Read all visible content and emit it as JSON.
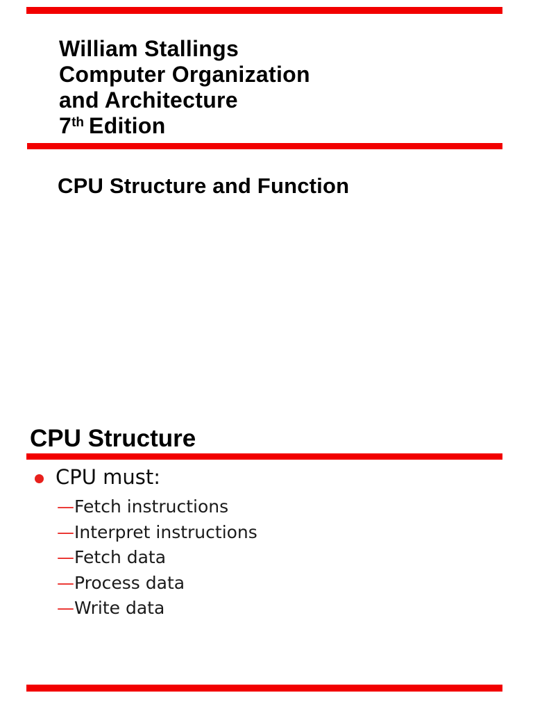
{
  "document": {
    "accent_red": "#f20000",
    "marker_red": "#e8201c"
  },
  "slide1": {
    "title_line1": "William Stallings",
    "title_line2": "Computer Organization",
    "title_line3": "and Architecture",
    "edition_number": "7",
    "edition_ordinal": "th",
    "edition_word": "Edition",
    "subtitle": "CPU Structure and Function"
  },
  "slide2": {
    "heading": "CPU Structure",
    "bullet_label": "CPU must:",
    "dash": "—",
    "sub_items": [
      "Fetch instructions",
      "Interpret instructions",
      "Fetch data",
      "Process data",
      "Write data"
    ]
  }
}
